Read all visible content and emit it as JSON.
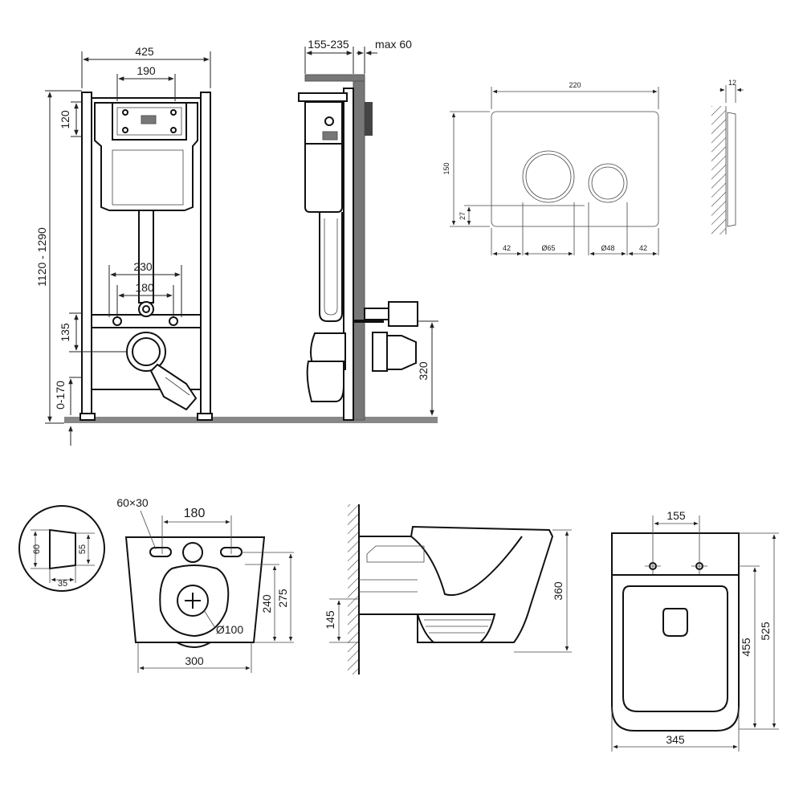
{
  "frame_front": {
    "dim_overall_width": "425",
    "dim_panel_width": "190",
    "dim_panel_height": "120",
    "dim_total_height": "1120 - 1290",
    "dim_stud_spacing": "230",
    "dim_inlet_spacing": "180",
    "dim_outlet_height": "135",
    "dim_leg_adjust": "0-170"
  },
  "frame_side": {
    "dim_depth": "155-235",
    "dim_max": "max 60",
    "dim_outlet_height": "320"
  },
  "flush_plate": {
    "dim_width": "220",
    "dim_thickness": "12",
    "dim_height": "150",
    "dim_button_offset": "27",
    "dim_edge_left": "42",
    "dim_big_button": "Ø65",
    "dim_small_button": "Ø48",
    "dim_edge_right": "42"
  },
  "bowl_back": {
    "dim_slot": "60×30",
    "dim_hole_spacing": "180",
    "detail_height": "60",
    "detail_inner_height": "55",
    "detail_width": "35",
    "dim_outlet_height": "240",
    "dim_total_height": "275",
    "dim_outlet_diameter": "Ø100",
    "dim_width": "300"
  },
  "bowl_side": {
    "dim_height": "360",
    "dim_inlet_height": "145"
  },
  "bowl_top": {
    "dim_hole_spacing": "155",
    "dim_length": "525",
    "dim_inner_length": "455",
    "dim_width": "345"
  }
}
